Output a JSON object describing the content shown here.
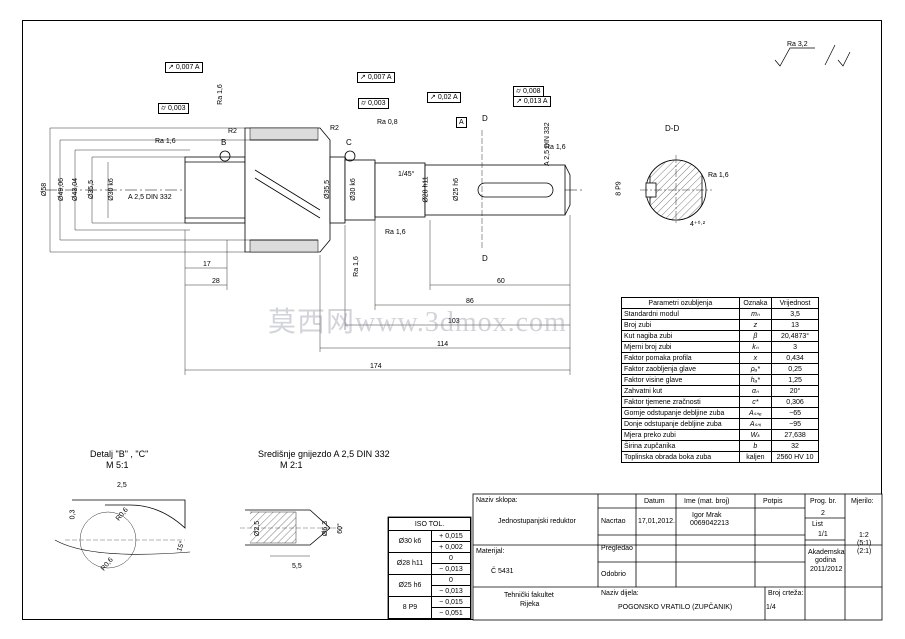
{
  "surface_symbol": {
    "ra": "Ra 3,2",
    "extra": "( ✓ / ✓ )"
  },
  "tolerance_frames": {
    "f1": {
      "sym": "↗",
      "val": "0,007",
      "ref": "A"
    },
    "f2": {
      "sym": "⌭",
      "val": "0,003"
    },
    "f3": {
      "sym": "↗",
      "val": "0,007",
      "ref": "A"
    },
    "f4": {
      "sym": "⌭",
      "val": "0,003"
    },
    "f5": {
      "sym": "↗",
      "val": "0,02",
      "ref": "A"
    },
    "f6": {
      "sym": "⌭",
      "val": "0,008"
    },
    "f7": {
      "sym": "↗",
      "val": "0,013",
      "ref": "A"
    },
    "datum": "A"
  },
  "labels": {
    "ra16": "Ra 1,6",
    "ra08": "Ra 0,8",
    "r2a": "R2",
    "r2b": "R2",
    "b": "B",
    "c": "C",
    "d1": "D",
    "d2": "D",
    "dd": "D-D",
    "center": "A 2,5 DIN 332",
    "center_right": "A 2,5 DIN 332",
    "chamfer": "1/45°",
    "p9": "8 P9",
    "tol_dd": "4⁺⁰·²",
    "d58": "Ø58",
    "d49": "Ø49,06",
    "d4304": "Ø43,04",
    "d355a": "Ø35,5",
    "d30k6a": "Ø30 k6",
    "d355b": "Ø35,5",
    "d30k6b": "Ø30 k6",
    "d28h11": "Ø28 h11",
    "d25h6": "Ø25 h6",
    "dim17": "17",
    "dim28": "28",
    "dim60": "60",
    "dim86": "86",
    "dim103": "103",
    "dim114": "114",
    "dim174": "174"
  },
  "detail_bc": {
    "title": "Detalj \"B\" , \"C\"",
    "scale": "M 5:1",
    "d25": "2,5",
    "d03": "0,3",
    "r06": "R0,6",
    "r06b": "R0,6",
    "ang": "15°"
  },
  "center_hole": {
    "title": "Središnje gnijezdo A 2,5 DIN 332",
    "scale": "M 2:1",
    "d25": "Ø2,5",
    "d63": "Ø6,3",
    "ang": "60°",
    "l55": "5,5"
  },
  "params_table": {
    "headers": [
      "Parametri ozubljenja",
      "Oznaka",
      "Vrijednost"
    ],
    "rows": [
      [
        "Standardni modul",
        "mₙ",
        "3,5"
      ],
      [
        "Broj zubi",
        "z",
        "13"
      ],
      [
        "Kut nagiba zubi",
        "β",
        "20,4873°"
      ],
      [
        "Mjerni broj zubi",
        "kₙ",
        "3"
      ],
      [
        "Faktor pomaka profila",
        "x",
        "0,434"
      ],
      [
        "Faktor zaobljenja glave",
        "ρₐ*",
        "0,25"
      ],
      [
        "Faktor visine glave",
        "hₐ*",
        "1,25"
      ],
      [
        "Zahvatni kut",
        "αₙ",
        "20°"
      ],
      [
        "Faktor tjemene zračnosti",
        "c*",
        "0,306"
      ],
      [
        "Gornje odstupanje debljine zuba",
        "Aₛₙₑ",
        "−65"
      ],
      [
        "Donje odstupanje debljine zuba",
        "Aₛₙᵢ",
        "−95"
      ],
      [
        "Mjera preko zubi",
        "Wₖ",
        "27,638"
      ],
      [
        "Širina zupčanika",
        "b",
        "32"
      ]
    ],
    "last_row": [
      "Toplinska obrada boka zuba",
      "kaljen",
      "2560 HV 10"
    ]
  },
  "iso_table": {
    "title": "ISO TOL.",
    "rows": [
      [
        "Ø30 k6",
        "+ 0,015",
        "+ 0,002"
      ],
      [
        "Ø28 h11",
        "0",
        "− 0,013"
      ],
      [
        "Ø25 h6",
        "0",
        "− 0,013"
      ],
      [
        "8 P9",
        "− 0,015",
        "− 0,051"
      ]
    ]
  },
  "title_block": {
    "assembly_label": "Naziv sklopa:",
    "assembly": "Jednostupanjski reduktor",
    "material_label": "Materijal:",
    "material": "Č 5431",
    "faculty1": "Tehnički fakultet",
    "faculty2": "Rijeka",
    "part_label": "Naziv dijela:",
    "part": "POGONSKO VRATILO (ZUPČANIK)",
    "datum": "Datum",
    "ime": "Ime (mat. broj)",
    "potpis": "Potpis",
    "nacrtao": "Nacrtao",
    "date": "17,01,2012.",
    "name": "Igor Mrak",
    "matnr": "0069042213",
    "pregledao": "Pregledao",
    "odobrio": "Odobrio",
    "prog_label": "Prog. br.",
    "prog": "2",
    "list_label": "List",
    "list": "1/1",
    "mjerilo_label": "Mjerilo:",
    "mjerilo": "1:2",
    "mjerilo2": "(5:1)",
    "mjerilo3": "(2:1)",
    "ak1": "Akademska",
    "ak2": "godina",
    "ak3": "2011/2012",
    "broj_label": "Broj crteža:",
    "broj": "1/4"
  },
  "watermark": "莫西网www.3dmox.com"
}
